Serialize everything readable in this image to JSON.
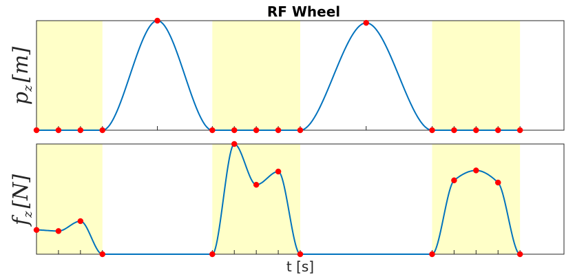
{
  "chart_data": [
    {
      "type": "line",
      "title": "RF Wheel",
      "ylabel_main": "p",
      "ylabel_sub": "z",
      "ylabel_unit": "[m]",
      "xlabel": "",
      "ylim": [
        0,
        1
      ],
      "grid": false,
      "stance_bands": [
        [
          0,
          1.5
        ],
        [
          4,
          6
        ],
        [
          9,
          11
        ]
      ],
      "x_ticks": [
        0,
        0.5,
        1,
        1.5,
        2.75,
        4,
        4.5,
        5,
        5.5,
        6,
        7.5,
        9,
        9.5,
        10,
        10.5,
        11
      ],
      "series": [
        {
          "color": "#0072BD",
          "x": [
            0,
            0.5,
            1,
            1.5,
            2.75,
            4,
            4.5,
            5,
            5.5,
            6,
            7.5,
            9,
            9.5,
            10,
            10.5,
            11
          ],
          "y": [
            0,
            0,
            0,
            0,
            1.0,
            0,
            0,
            0,
            0,
            0,
            0.98,
            0,
            0,
            0,
            0,
            0
          ],
          "marker_indices": [
            0,
            1,
            2,
            3,
            4,
            5,
            6,
            7,
            8,
            9,
            10,
            11,
            12,
            13,
            14,
            15
          ]
        }
      ]
    },
    {
      "type": "line",
      "title": "",
      "ylabel_main": "f",
      "ylabel_sub": "z",
      "ylabel_unit": "[N]",
      "xlabel": "t [s]",
      "ylim": [
        0,
        1
      ],
      "grid": false,
      "stance_bands": [
        [
          0,
          1.5
        ],
        [
          4,
          6
        ],
        [
          9,
          11
        ]
      ],
      "x_ticks": [
        0,
        0.5,
        1,
        1.5,
        4,
        4.5,
        5,
        5.5,
        6,
        9,
        9.5,
        10,
        10.5,
        11
      ],
      "series": [
        {
          "color": "#0072BD",
          "x": [
            0,
            0.5,
            1,
            1.5,
            4,
            4.5,
            5,
            5.5,
            6,
            9,
            9.5,
            10,
            10.5,
            11
          ],
          "y": [
            0.22,
            0.21,
            0.3,
            0,
            0,
            1.0,
            0.63,
            0.75,
            0,
            0,
            0.67,
            0.76,
            0.65,
            0
          ],
          "marker_indices": [
            0,
            1,
            2,
            3,
            4,
            5,
            6,
            7,
            8,
            9,
            10,
            11,
            12,
            13
          ]
        }
      ]
    }
  ],
  "style": {
    "band_color": "#FFFFC8",
    "marker_color": "#FF0000",
    "axes_color": "#262626"
  }
}
